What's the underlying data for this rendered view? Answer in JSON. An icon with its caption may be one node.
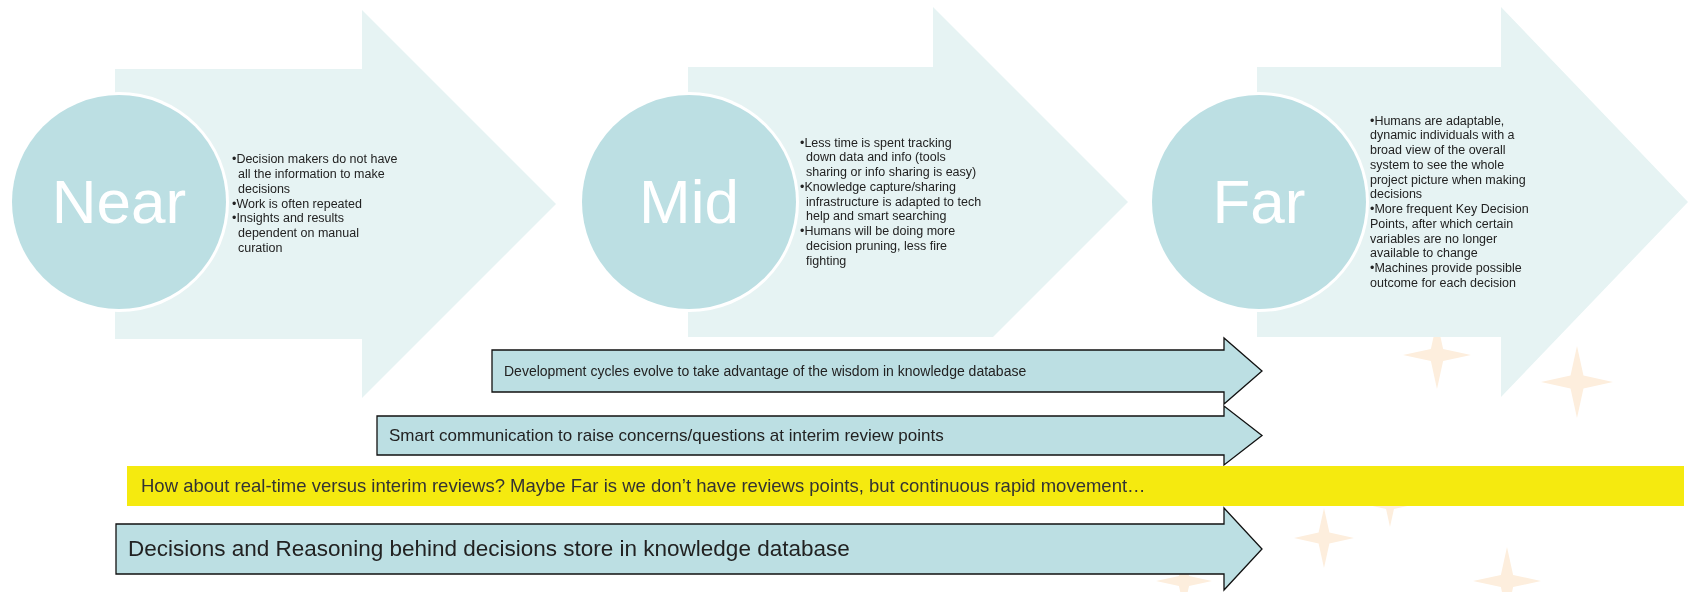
{
  "diagram": {
    "nodes": [
      {
        "text": [
          "Near"
        ]
      },
      {
        "text": [
          "•Decision makers do not have all the information to make decisions",
          "•Work is often repeated",
          "•Insights and results dependent on manual curation"
        ]
      },
      {
        "text": [
          "Mid"
        ]
      },
      {
        "text": [
          "•Less time is spent tracking down data and info (tools sharing or info sharing is easy)",
          "•Knowledge capture/sharing infrastructure is adapted to tech help and smart searching",
          "•Humans will be doing more decision pruning, less fire fighting"
        ]
      },
      {
        "text": [
          "Far"
        ]
      },
      {
        "text": [
          "•Humans are adaptable, dynamic individuals with a broad view of the overall system to see the whole project picture when making decisions",
          "•More frequent Key Decision Points, after which certain variables are no longer available to change",
          "•Machines provide possible outcome for each decision"
        ]
      },
      {
        "text": [
          "Development cycles evolve to take advantage of the wisdom in knowledge database"
        ]
      },
      {
        "text": [
          "Smart communication to raise concerns/questions at interim review points"
        ]
      },
      {
        "text": [
          "How about real-time versus interim reviews? Maybe Far is we don’t have reviews points, but continuous rapid movement…"
        ]
      },
      {
        "text": [
          "Decisions and Reasoning behind decisions store in knowledge database"
        ]
      }
    ]
  }
}
